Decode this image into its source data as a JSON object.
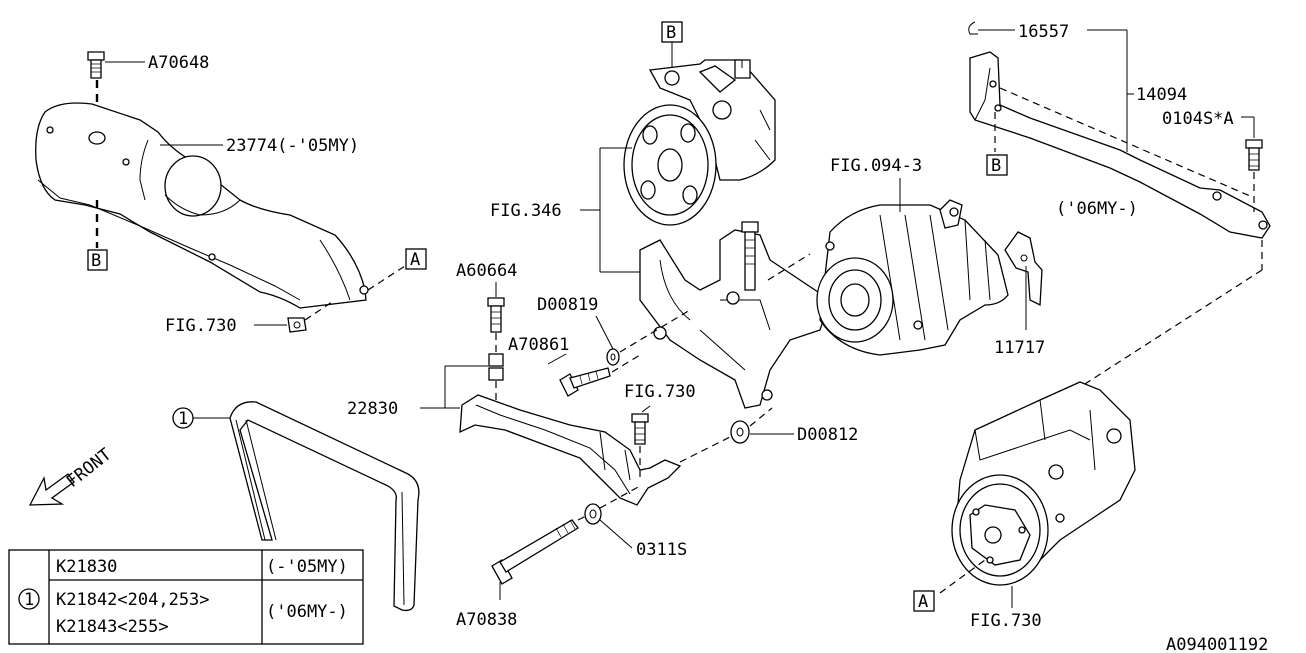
{
  "diagram_id": "A094001192",
  "front_label": "FRONT",
  "ref_box_b_label": "B",
  "ref_box_a_label": "A",
  "callout_1": "1",
  "parts": {
    "bolt_top_left": "A70648",
    "cover": "23774(-'05MY)",
    "fig730_left": "FIG.730",
    "fig346": "FIG.346",
    "bolt_a60664": "A60664",
    "washer_d00819": "D00819",
    "bolt_a70861": "A70861",
    "bracket_22830": "22830",
    "fig730_mid": "FIG.730",
    "washer_d00812": "D00812",
    "washer_0311s": "0311S",
    "bolt_a70838": "A70838",
    "fig094_3": "FIG.094-3",
    "clip_11717": "11717",
    "clip_16557": "16557",
    "stay_14094": "14094",
    "bolt_0104s": "0104S*A",
    "my06_note": "('06MY-)",
    "fig730_right": "FIG.730"
  },
  "belt_table": {
    "rows": [
      {
        "part": "K21830",
        "note": "(-'05MY)"
      },
      {
        "part": "K21842<204,253>",
        "note": "('06MY-)"
      },
      {
        "part": "K21843<255>",
        "note": ""
      }
    ]
  }
}
